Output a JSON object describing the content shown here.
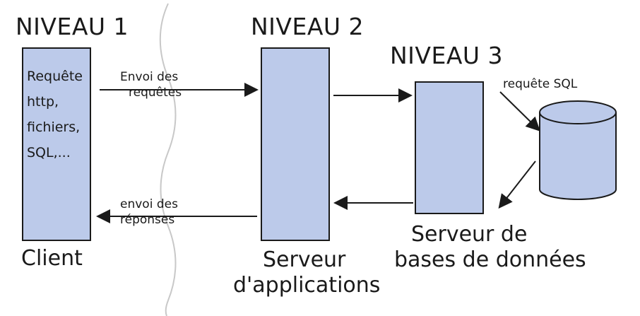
{
  "levels": {
    "level1": "NIVEAU 1",
    "level2": "NIVEAU 2",
    "level3": "NIVEAU 3"
  },
  "client": {
    "content_lines": [
      "Requête",
      "http,",
      "fichiers,",
      "SQL,..."
    ],
    "caption": "Client"
  },
  "app_server": {
    "caption_line1": "Serveur",
    "caption_line2": "d'applications"
  },
  "db_server": {
    "caption_line1": "Serveur de",
    "caption_line2": "bases de données"
  },
  "arrows": {
    "send_line1": "Envoi des",
    "send_line2": "requêtes",
    "reply_line1": "envoi des",
    "reply_line2": "réponses",
    "sql": "requête SQL"
  },
  "colors": {
    "box_fill": "#bccaea",
    "stroke": "#1a1a1a",
    "divider": "#c8c8c8"
  }
}
